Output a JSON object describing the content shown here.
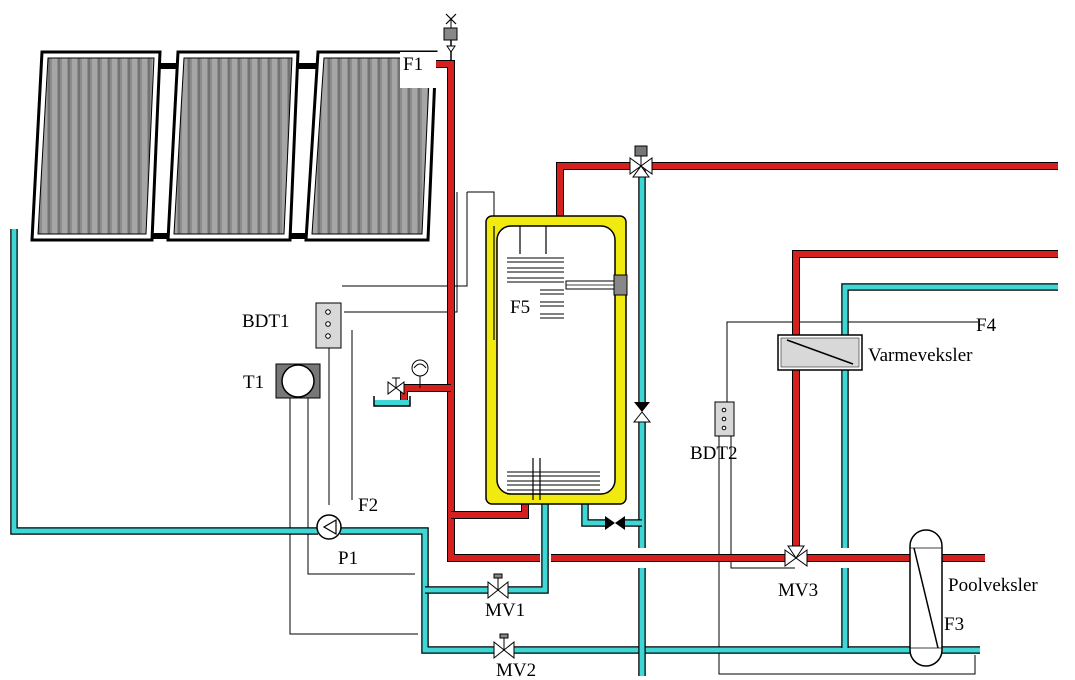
{
  "labels": {
    "f1": "F1",
    "f2": "F2",
    "f3": "F3",
    "f4": "F4",
    "f5": "F5",
    "bdt1": "BDT1",
    "bdt2": "BDT2",
    "t1": "T1",
    "p1": "P1",
    "mv1": "MV1",
    "mv2": "MV2",
    "mv3": "MV3",
    "varmeveksler": "Varmeveksler",
    "poolveksler": "Poolveksler"
  },
  "colors": {
    "hot_pipe": "#d52020",
    "cold_pipe": "#3fd6d6",
    "tank_shell": "#f0ea10",
    "collector_glass": "#8a8a8a",
    "sensor_box": "#d8d8d8"
  }
}
